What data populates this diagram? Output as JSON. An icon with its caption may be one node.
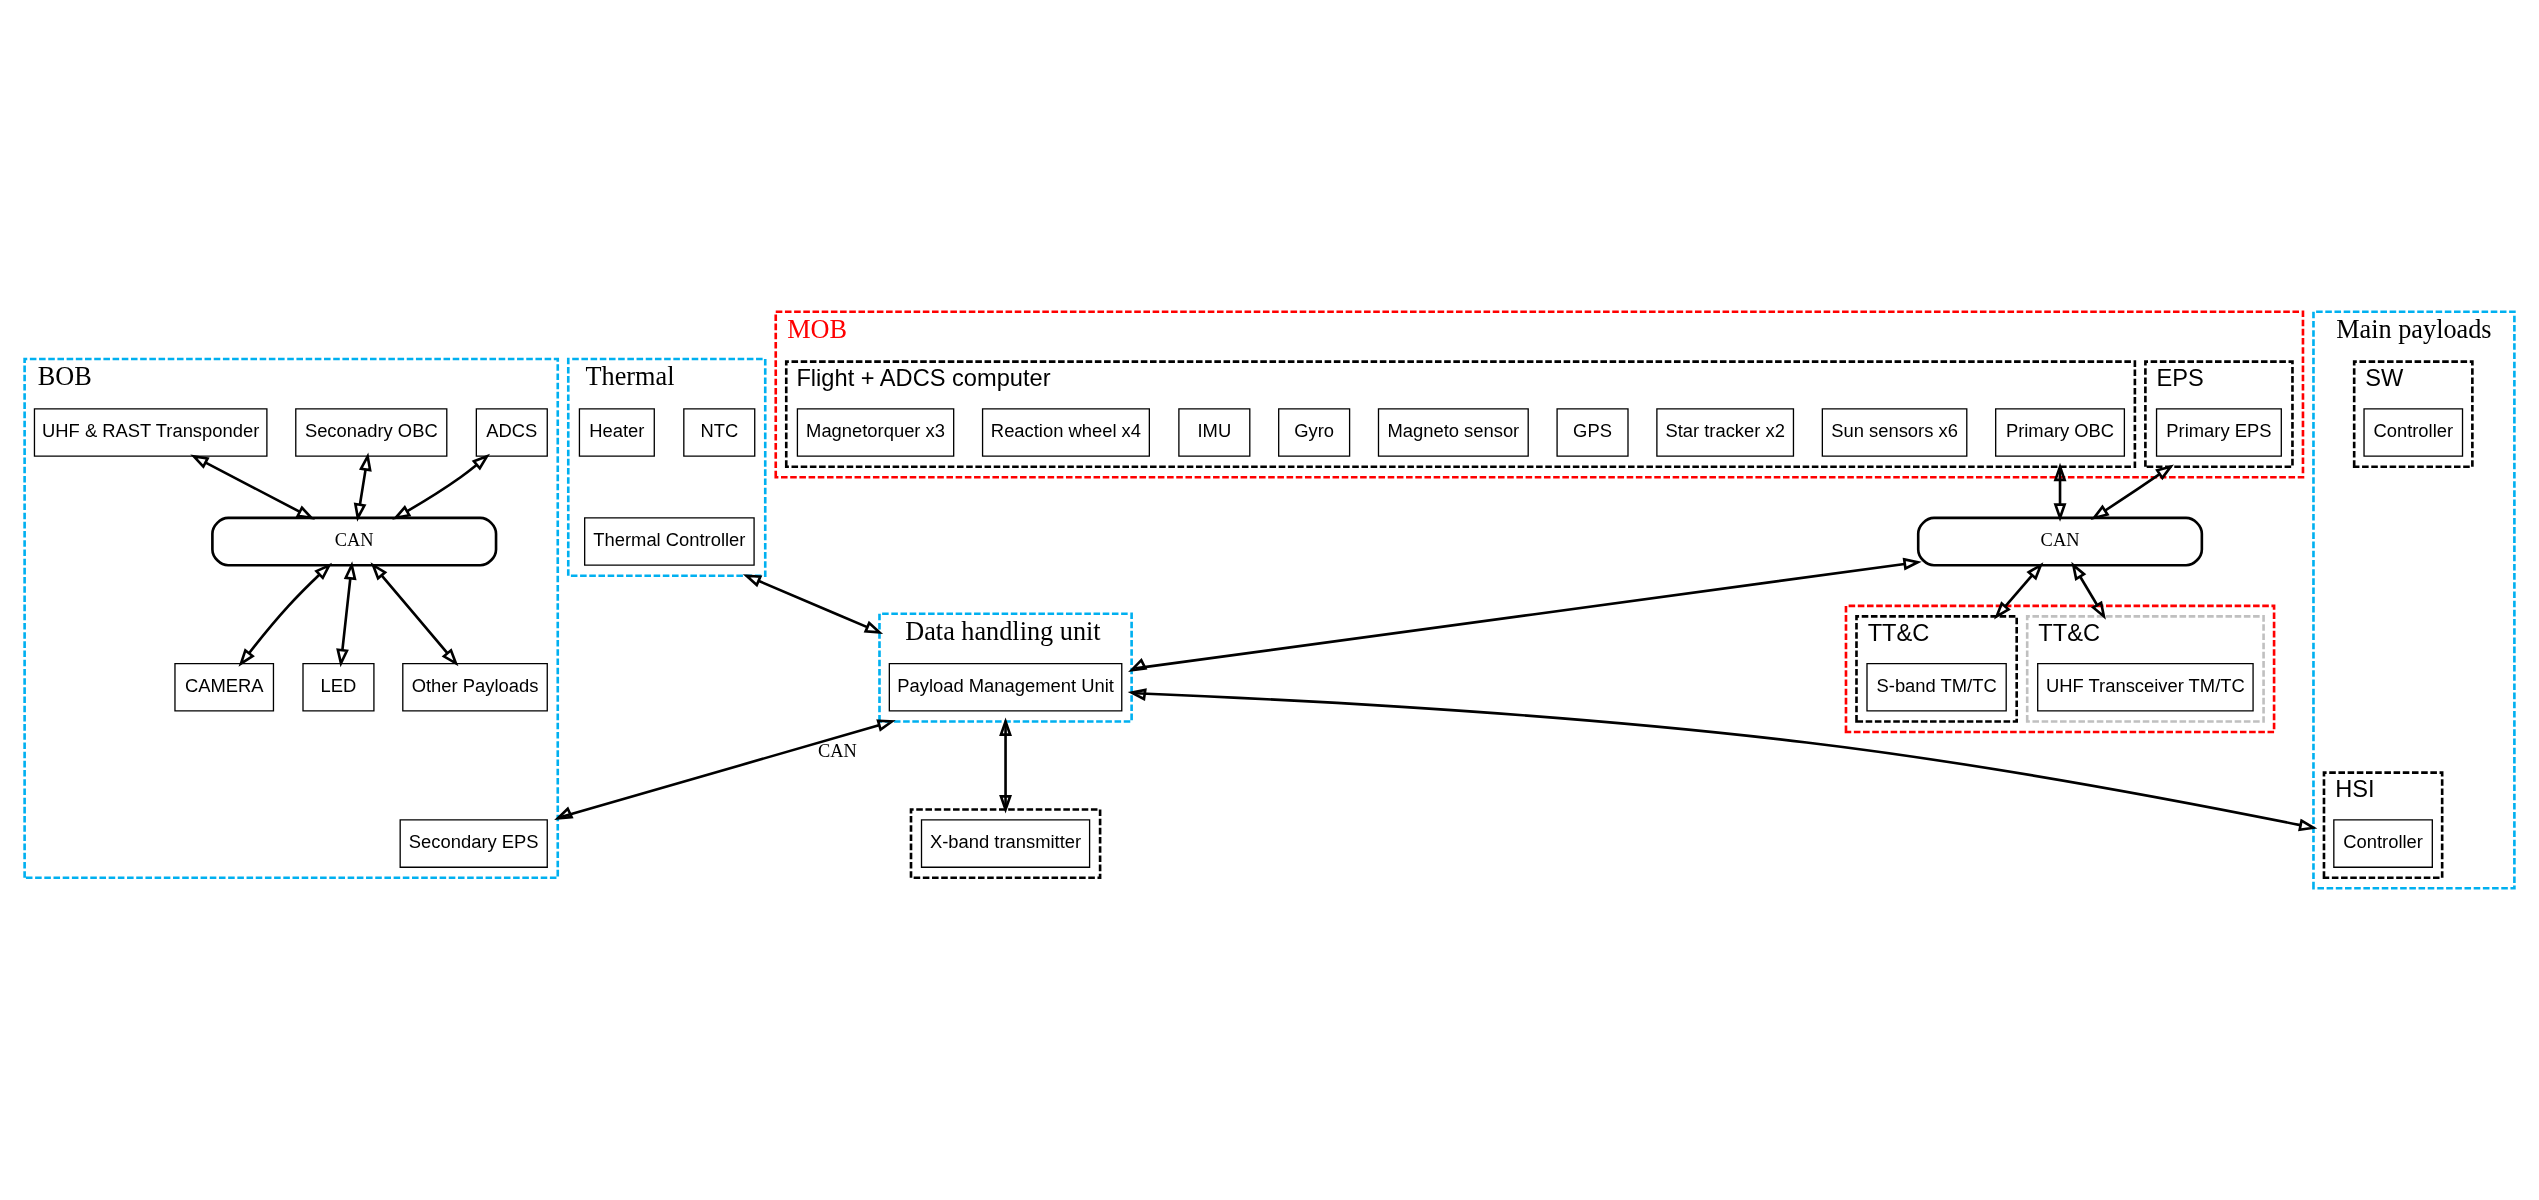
{
  "diagram": {
    "nodes": [
      {
        "text": [
          "MOB"
        ]
      },
      {
        "text": [
          "EPS"
        ],
        "in": 0
      },
      {
        "text": [
          "Primary EPS"
        ],
        "in": 1
      },
      {
        "text": [
          "Flight + ADCS computer"
        ],
        "in": 0
      },
      {
        "text": [
          "Primary OBC"
        ],
        "in": 3
      },
      {
        "text": [
          "Sun sensors x6"
        ],
        "in": 3
      },
      {
        "text": [
          "Star tracker x2"
        ],
        "in": 3
      },
      {
        "text": [
          "GPS"
        ],
        "in": 3
      },
      {
        "text": [
          "Magneto sensor"
        ],
        "in": 3
      },
      {
        "text": [
          "Gyro"
        ],
        "in": 3
      },
      {
        "text": [
          "IMU"
        ],
        "in": 3
      },
      {
        "text": [
          "Reaction wheel x4"
        ],
        "in": 3
      },
      {
        "text": [
          "Magnetorquer x3"
        ],
        "in": 3
      },
      {
        "text": [
          "BOB"
        ]
      },
      {
        "text": [
          "Secondary EPS"
        ],
        "in": 13
      },
      {
        "text": [
          "ADCS"
        ],
        "in": 13
      },
      {
        "text": [
          "Seconadry OBC"
        ],
        "in": 13
      },
      {
        "text": [
          "UHF & RAST Transponder"
        ],
        "in": 13
      },
      {
        "text": [
          "CAN"
        ],
        "in": 13
      },
      {
        "text": [
          "CAMERA"
        ],
        "in": 13
      },
      {
        "text": [
          "LED"
        ],
        "in": 13
      },
      {
        "text": [
          "Other Payloads"
        ],
        "in": 13
      },
      {
        "text": [
          "CAN"
        ]
      },
      {
        "text": [
          "Thermal"
        ]
      },
      {
        "text": [
          "Thermal Controller"
        ],
        "in": 23
      },
      {
        "text": [
          "NTC"
        ],
        "in": 23
      },
      {
        "text": [
          "Heater"
        ],
        "in": 23
      },
      {
        "text": [
          "Data handling unit"
        ]
      },
      {
        "text": [
          "Payload Management Unit"
        ],
        "in": 27
      },
      {
        "text": [
          "Main payloads"
        ]
      },
      {
        "text": [
          "HSI"
        ],
        "in": 29
      },
      {
        "text": [
          "Controller"
        ],
        "in": 30
      },
      {
        "text": [
          "SW"
        ],
        "in": 29
      },
      {
        "text": [
          "Controller"
        ],
        "in": 32
      },
      {
        "text": [],
        "shape": "box"
      },
      {
        "text": [
          "TT&C"
        ],
        "in": 34
      },
      {
        "text": [
          "UHF Transceiver TM/TC"
        ],
        "in": 35
      },
      {
        "text": [
          "TT&C"
        ],
        "in": 34
      },
      {
        "text": [
          "S-band TM/TC"
        ],
        "in": 37
      },
      {
        "text": [],
        "shape": "box"
      },
      {
        "text": [
          "X-band transmitter"
        ],
        "in": 39
      }
    ],
    "edges": [
      {
        "from": 1,
        "to": 22,
        "arrow": "both"
      },
      {
        "from": 3,
        "to": 22,
        "arrow": "both"
      },
      {
        "from": 22,
        "to": 35,
        "arrow": "both"
      },
      {
        "from": 22,
        "to": 37,
        "arrow": "both"
      },
      {
        "from": 22,
        "to": 27,
        "arrow": "both"
      },
      {
        "from": 27,
        "to": 13,
        "label": "CAN",
        "arrow": "both"
      },
      {
        "from": 23,
        "to": 27,
        "arrow": "both"
      },
      {
        "from": 27,
        "to": 29,
        "arrow": "both"
      },
      {
        "from": 27,
        "to": 39,
        "arrow": "both"
      },
      {
        "from": 15,
        "to": 18,
        "arrow": "both"
      },
      {
        "from": 16,
        "to": 18,
        "arrow": "both"
      },
      {
        "from": 17,
        "to": 18,
        "arrow": "both"
      },
      {
        "from": 18,
        "to": 19,
        "arrow": "both"
      },
      {
        "from": 18,
        "to": 20,
        "arrow": "both"
      },
      {
        "from": 18,
        "to": 21,
        "arrow": "both"
      }
    ]
  }
}
